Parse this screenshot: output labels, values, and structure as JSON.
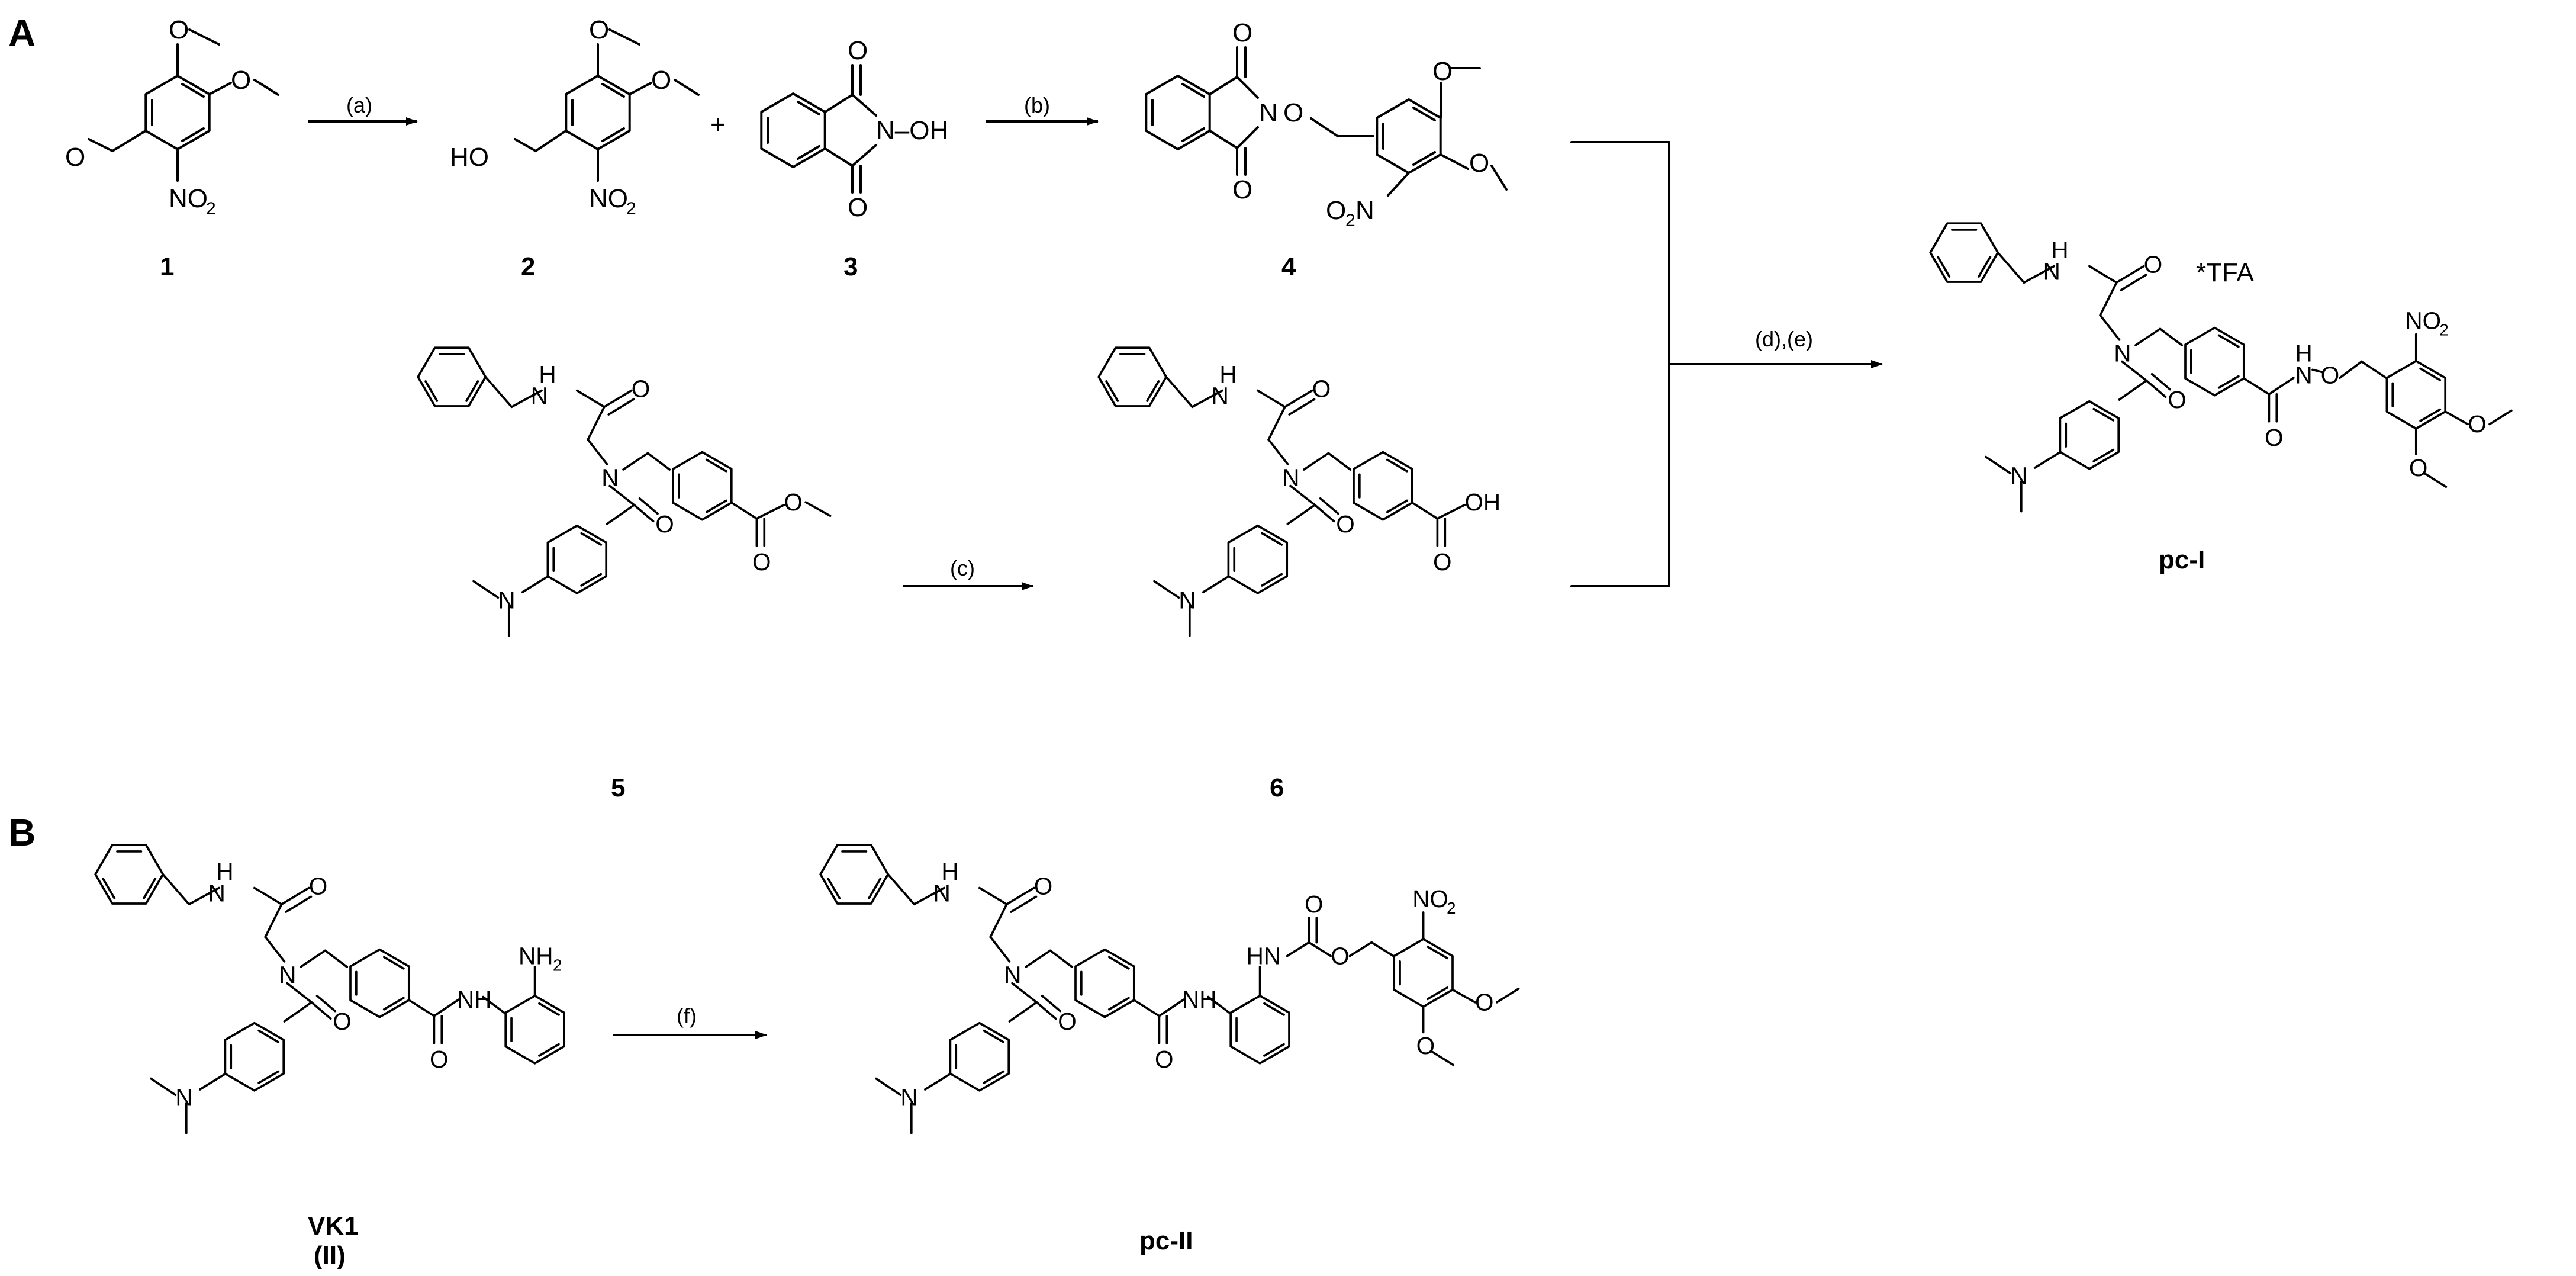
{
  "panels": {
    "a": "A",
    "b": "B"
  },
  "conditions": {
    "a": "(a)",
    "b": "(b)",
    "c": "(c)",
    "de": "(d),(e)",
    "f": "(f)"
  },
  "compounds": {
    "c1": "1",
    "c2": "2",
    "c3": "3",
    "c4": "4",
    "c5": "5",
    "c6": "6",
    "pc1": "pc-I",
    "vk1": "VK1",
    "vk1_alt": "(II)",
    "pc2": "pc-II"
  },
  "plus": "+",
  "salt": "*TFA",
  "atoms": {
    "O": "O",
    "N": "N",
    "H": "H",
    "OH": "OH",
    "HO": "HO",
    "NH": "NH",
    "HN": "HN",
    "NO": "NO",
    "two": "2",
    "NH2_main": "NH",
    "N_OH": "N–OH"
  }
}
